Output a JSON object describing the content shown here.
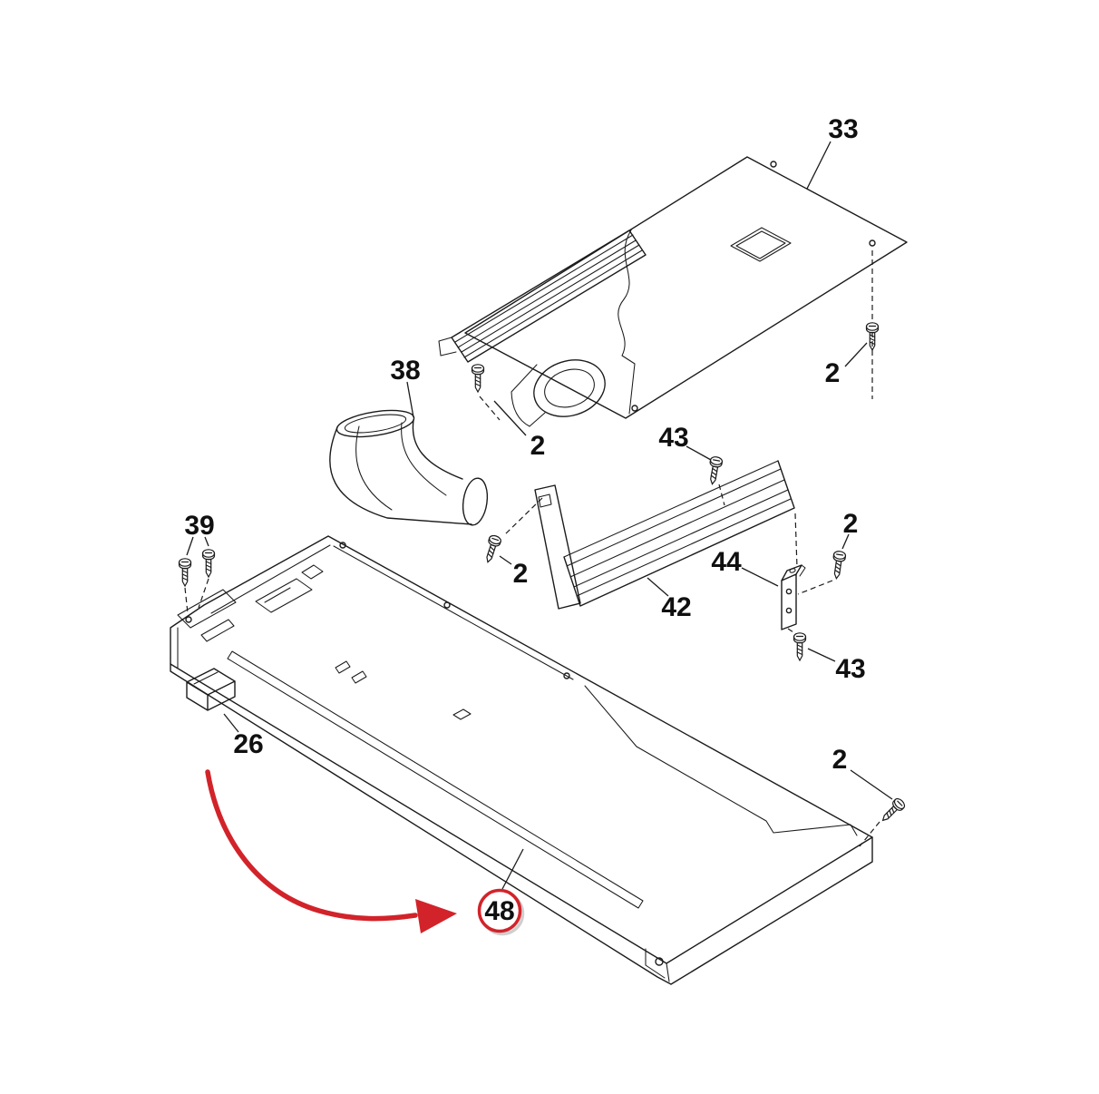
{
  "diagram": {
    "type": "exploded-parts-diagram",
    "background_color": "#ffffff",
    "line_color": "#1b1b1b",
    "highlight_color": "#d2232a",
    "highlighted_part": "48",
    "labels": [
      {
        "part": "33"
      },
      {
        "part": "2"
      },
      {
        "part": "38"
      },
      {
        "part": "2"
      },
      {
        "part": "43"
      },
      {
        "part": "2"
      },
      {
        "part": "42"
      },
      {
        "part": "44"
      },
      {
        "part": "2"
      },
      {
        "part": "43"
      },
      {
        "part": "39"
      },
      {
        "part": "26"
      },
      {
        "part": "2"
      },
      {
        "part": "48"
      }
    ]
  }
}
